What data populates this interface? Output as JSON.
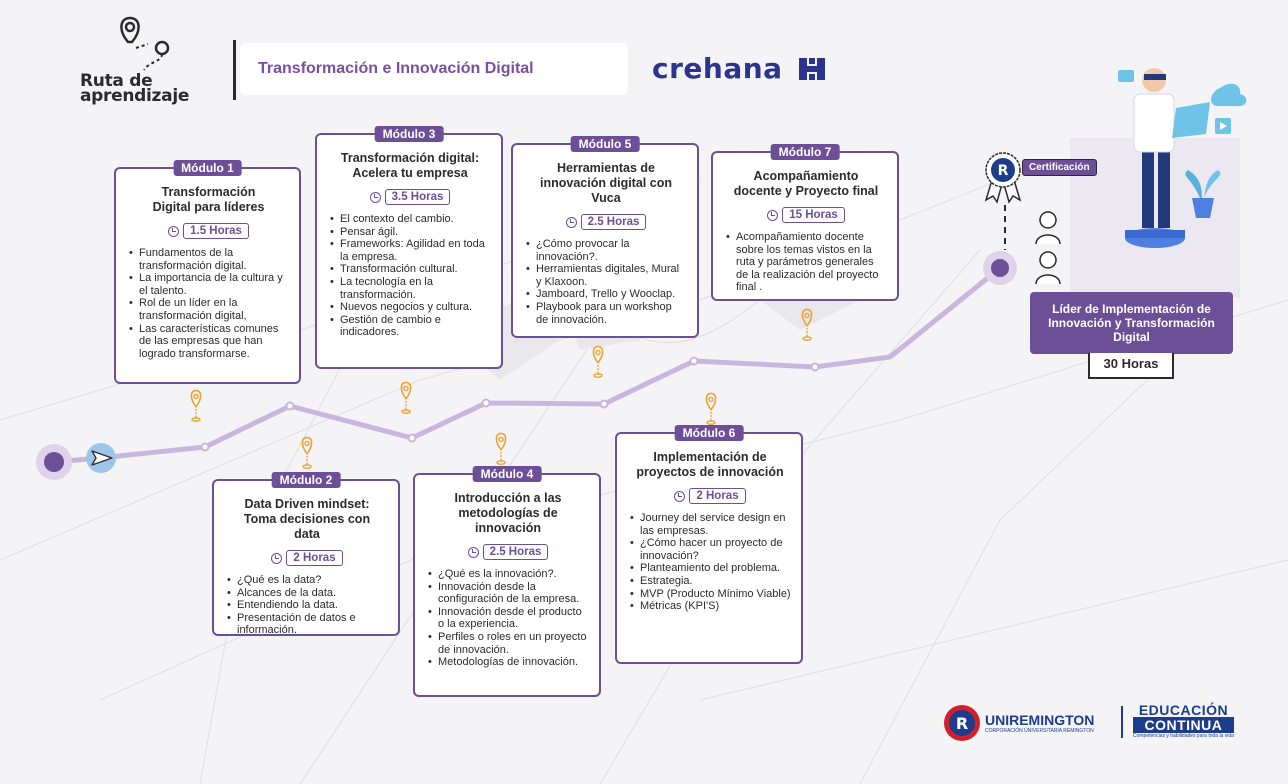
{
  "header": {
    "logo_line1": "Ruta de",
    "logo_line2": "aprendizaje",
    "course_title": "Transformación e Innovación Digital",
    "brand": "crehana"
  },
  "modules": [
    {
      "tag": "Módulo 1",
      "title": "Transformación Digital para líderes",
      "hours": "1.5 Horas",
      "items": [
        "Fundamentos de la transformación digital.",
        "La importancia de la cultura y el talento.",
        "Rol de un líder en la transformación digital,",
        "Las características comunes de las empresas que han logrado transformarse."
      ]
    },
    {
      "tag": "Módulo 2",
      "title": "Data Driven mindset: Toma decisiones con data",
      "hours": "2 Horas",
      "items": [
        "¿Qué es la data?",
        "Alcances de la data.",
        "Entendiendo la data.",
        "Presentación de datos e información."
      ]
    },
    {
      "tag": "Módulo 3",
      "title": "Transformación digital: Acelera tu empresa",
      "hours": "3.5 Horas",
      "items": [
        "El contexto del cambio.",
        "Pensar ágil.",
        "Frameworks: Agilidad en toda la empresa.",
        "Transformación cultural.",
        "La tecnología en la transformación.",
        "Nuevos negocios y cultura.",
        "Gestión de cambio e indicadores."
      ]
    },
    {
      "tag": "Módulo 4",
      "title": "Introducción a las metodologías de innovación",
      "hours": "2.5 Horas",
      "items": [
        "¿Qué es la innovación?.",
        "Innovación desde la configuración de la empresa.",
        "Innovación desde el producto o la experiencia.",
        "Perfiles o roles en un proyecto de innovación.",
        "Metodologías de innovación."
      ]
    },
    {
      "tag": "Módulo 5",
      "title": "Herramientas de innovación digital con Vuca",
      "hours": "2.5 Horas",
      "items": [
        "¿Cómo provocar la innovación?.",
        "Herramientas digitales, Mural y Klaxoon.",
        "Jamboard, Trello y Wooclap.",
        "Playbook para un workshop de innovación."
      ]
    },
    {
      "tag": "Módulo 6",
      "title": "Implementación de proyectos de innovación",
      "hours": "2 Horas",
      "items": [
        "Journey del service design en las empresas.",
        "¿Cómo hacer un proyecto de innovación?",
        "Planteamiento del problema.",
        "Estrategia.",
        "MVP (Producto Mínimo Viable)",
        "Métricas (KPI'S)"
      ]
    },
    {
      "tag": "Módulo 7",
      "title": "Acompañamiento docente y Proyecto final",
      "hours": "15 Horas",
      "items": [
        "Acompañamiento docente sobre los temas vistos en la ruta y parámetros generales de la realización del proyecto final ."
      ]
    }
  ],
  "certification": {
    "label": "Certificación",
    "role": "Líder de Implementación de Innovación y Transformación Digital",
    "total_hours": "30 Horas"
  },
  "footer": {
    "uniremington": "UNIREMINGTON",
    "uniremington_sub": "CORPORACIÓN UNIVERSITARIA REMINGTON",
    "educ_line1": "EDUCACIÓN",
    "educ_line2": "CONTINUA",
    "educ_line3": "Competencias y habilidades para toda la vida"
  },
  "colors": {
    "purple": "#6c4f97",
    "orange": "#f0a030",
    "path": "#c9b6de",
    "brand_blue": "#2b3590",
    "uni_blue": "#1d3d8c",
    "uni_red": "#d21f2b"
  }
}
